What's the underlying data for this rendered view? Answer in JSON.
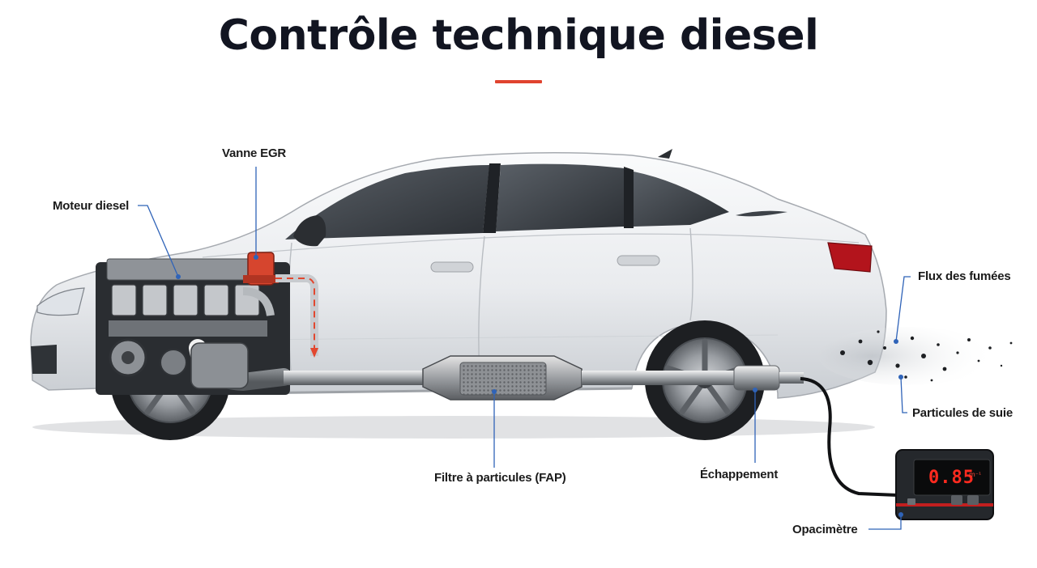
{
  "title": "Contrôle technique diesel",
  "colors": {
    "accent": "#e0432f",
    "callout_line": "#2f63b8",
    "car_body": "#eceef0",
    "glass": "#3d4248",
    "display_digits": "#ff2a1f"
  },
  "labels": {
    "vanne_egr": "Vanne EGR",
    "moteur_diesel": "Moteur diesel",
    "flux_fumees": "Flux des fumées",
    "particules_suie": "Particules de suie",
    "filtre_particules": "Filtre à particules (FAP)",
    "echappement": "Échappement",
    "opacimetre": "Opacimètre"
  },
  "opacimeter": {
    "reading": "0.85",
    "unit": "m⁻¹"
  }
}
